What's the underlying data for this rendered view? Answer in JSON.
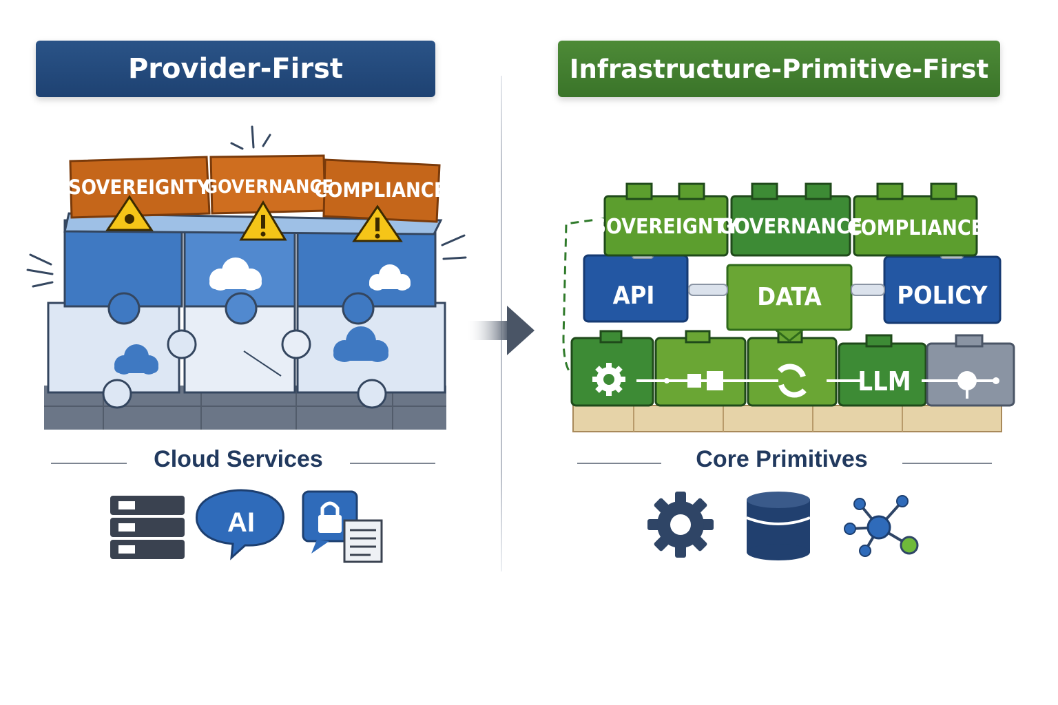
{
  "left": {
    "banner": "Provider-First",
    "blocks": [
      "SOVEREIGNTY",
      "GOVERNANCE",
      "COMPLIANCE"
    ],
    "section_title": "Cloud Services",
    "icons": [
      "server-rack-icon",
      "ai-chat-bubble-icon",
      "lock-document-icon"
    ],
    "icon_text": {
      "ai": "AI"
    }
  },
  "right": {
    "banner": "Infrastructure-Primitive-First",
    "top_blocks": [
      "SOVEREIGNTY",
      "GOVERNANCE",
      "COMPLIANCE"
    ],
    "mid_blocks": [
      "API",
      "DATA",
      "POLICY"
    ],
    "bottom_blocks": {
      "llm": "LLM"
    },
    "section_title": "Core Primitives",
    "icons": [
      "gear-icon",
      "database-icon",
      "network-icon"
    ]
  },
  "colors": {
    "provider_blue": "#1e4272",
    "primitive_green": "#3a7429",
    "warning_orange": "#c5661a",
    "warning_yellow": "#f5c518",
    "puzzle_blue": "#3f79c2",
    "puzzle_light": "#dbe6f4",
    "api_blue": "#2357a3",
    "block_green": "#5c9e2e",
    "block_dark_green": "#3d8b35",
    "plank": "#e6d3a8"
  }
}
